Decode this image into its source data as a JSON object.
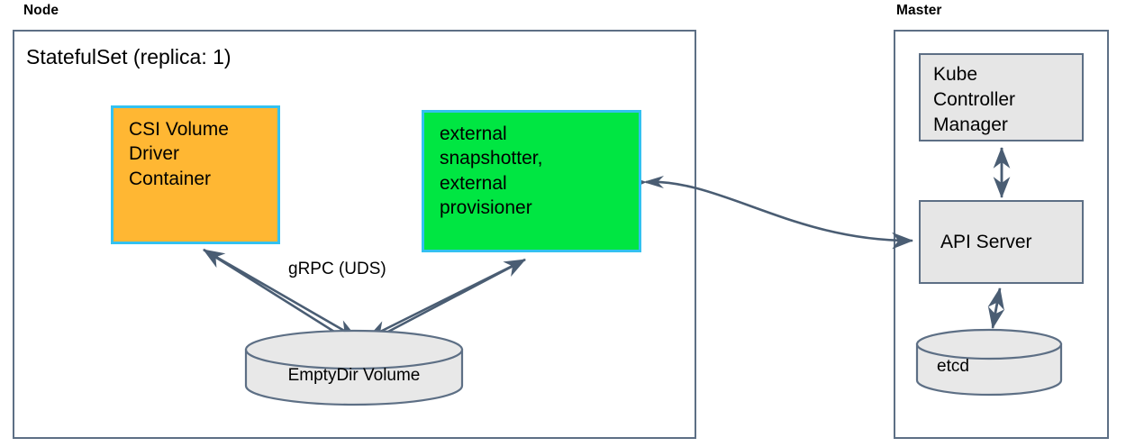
{
  "diagram": {
    "title_node": "Node",
    "title_master": "Master",
    "statefulset_title": "StatefulSet (replica: 1)",
    "node_group": {
      "label": "Node",
      "containers": [
        {
          "name": "csi-volume-driver-container",
          "lines": [
            "CSI Volume",
            "Driver",
            "Container"
          ],
          "fill": "#ffb733",
          "border": "#33c1f0"
        },
        {
          "name": "external-snapshotter-provisioner",
          "lines": [
            "external",
            "snapshotter,",
            "external",
            "provisioner"
          ],
          "fill": "#00e642",
          "border": "#33c1f0"
        }
      ],
      "volume": {
        "name": "emptydir-volume",
        "label": "EmptyDir Volume",
        "fill": "#e8e8e8",
        "stroke": "#5d6f85"
      },
      "edge_label": "gRPC (UDS)"
    },
    "master_group": {
      "label": "Master",
      "components": [
        {
          "name": "kube-controller-manager",
          "lines": [
            "Kube",
            "Controller",
            "Manager"
          ],
          "fill": "#e6e6e6",
          "border": "#5d6f85"
        },
        {
          "name": "api-server",
          "lines": [
            "API Server"
          ],
          "fill": "#e6e6e6",
          "border": "#5d6f85"
        }
      ],
      "datastore": {
        "name": "etcd",
        "label": "etcd",
        "fill": "#e8e8e8",
        "stroke": "#5d6f85"
      }
    },
    "colors": {
      "outline": "#5d6f85",
      "arrow": "#4a5d73",
      "accent_cyan": "#33c1f0",
      "accent_orange": "#ffb733",
      "accent_green": "#00e642",
      "grey_fill": "#e6e6e6",
      "background": "#ffffff"
    }
  }
}
